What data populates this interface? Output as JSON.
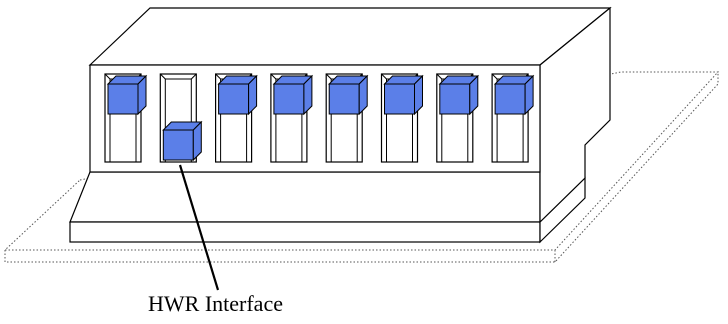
{
  "diagram": {
    "callout": {
      "label": "HWR Interface"
    },
    "switches": [
      {
        "position": "up"
      },
      {
        "position": "down"
      },
      {
        "position": "up"
      },
      {
        "position": "up"
      },
      {
        "position": "up"
      },
      {
        "position": "up"
      },
      {
        "position": "up"
      },
      {
        "position": "up"
      }
    ],
    "colors": {
      "switch_fill": "#5B7FE8",
      "outline": "#000000",
      "background": "#ffffff",
      "board_outline": "#555555"
    }
  }
}
